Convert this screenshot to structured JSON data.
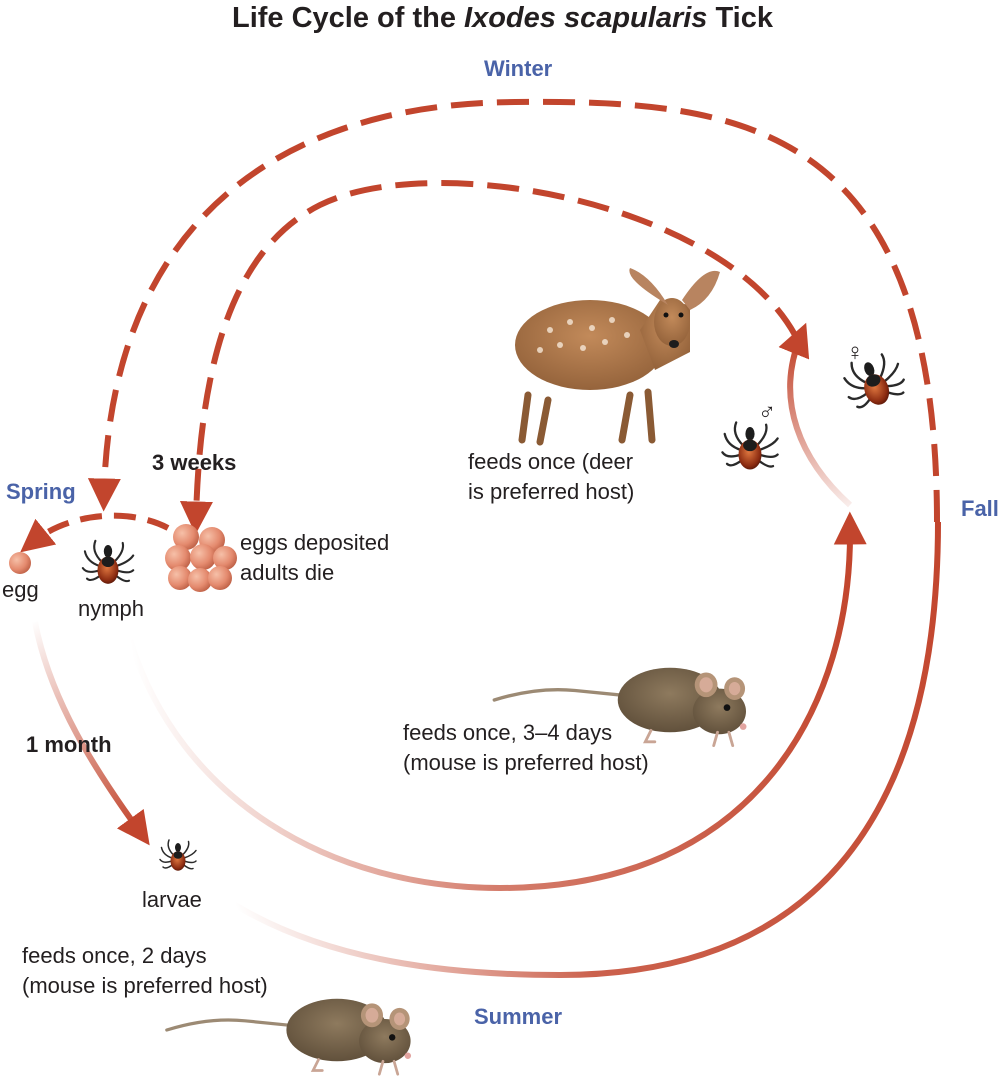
{
  "title": {
    "prefix": "Life Cycle of the ",
    "species": "Ixodes scapularis",
    "suffix": " Tick"
  },
  "seasons": {
    "winter": "Winter",
    "spring": "Spring",
    "fall": "Fall",
    "summer": "Summer"
  },
  "durations": {
    "three_weeks": "3 weeks",
    "one_month": "1 month"
  },
  "stages": {
    "egg": "egg",
    "nymph": "nymph",
    "larvae": "larvae",
    "eggs_deposited": "eggs deposited\nadults die"
  },
  "sex_symbols": {
    "female": "♀",
    "male": "♂"
  },
  "feeding": {
    "adult": "feeds once (deer\nis preferred host)",
    "nymph": "feeds once, 3–4 days\n(mouse is preferred host)",
    "larvae": "feeds once, 2 days\n(mouse is preferred host)"
  },
  "colors": {
    "arrow": "#c2452d",
    "season": "#4a63a8",
    "egg": "#e48a6e",
    "text": "#231f20"
  }
}
